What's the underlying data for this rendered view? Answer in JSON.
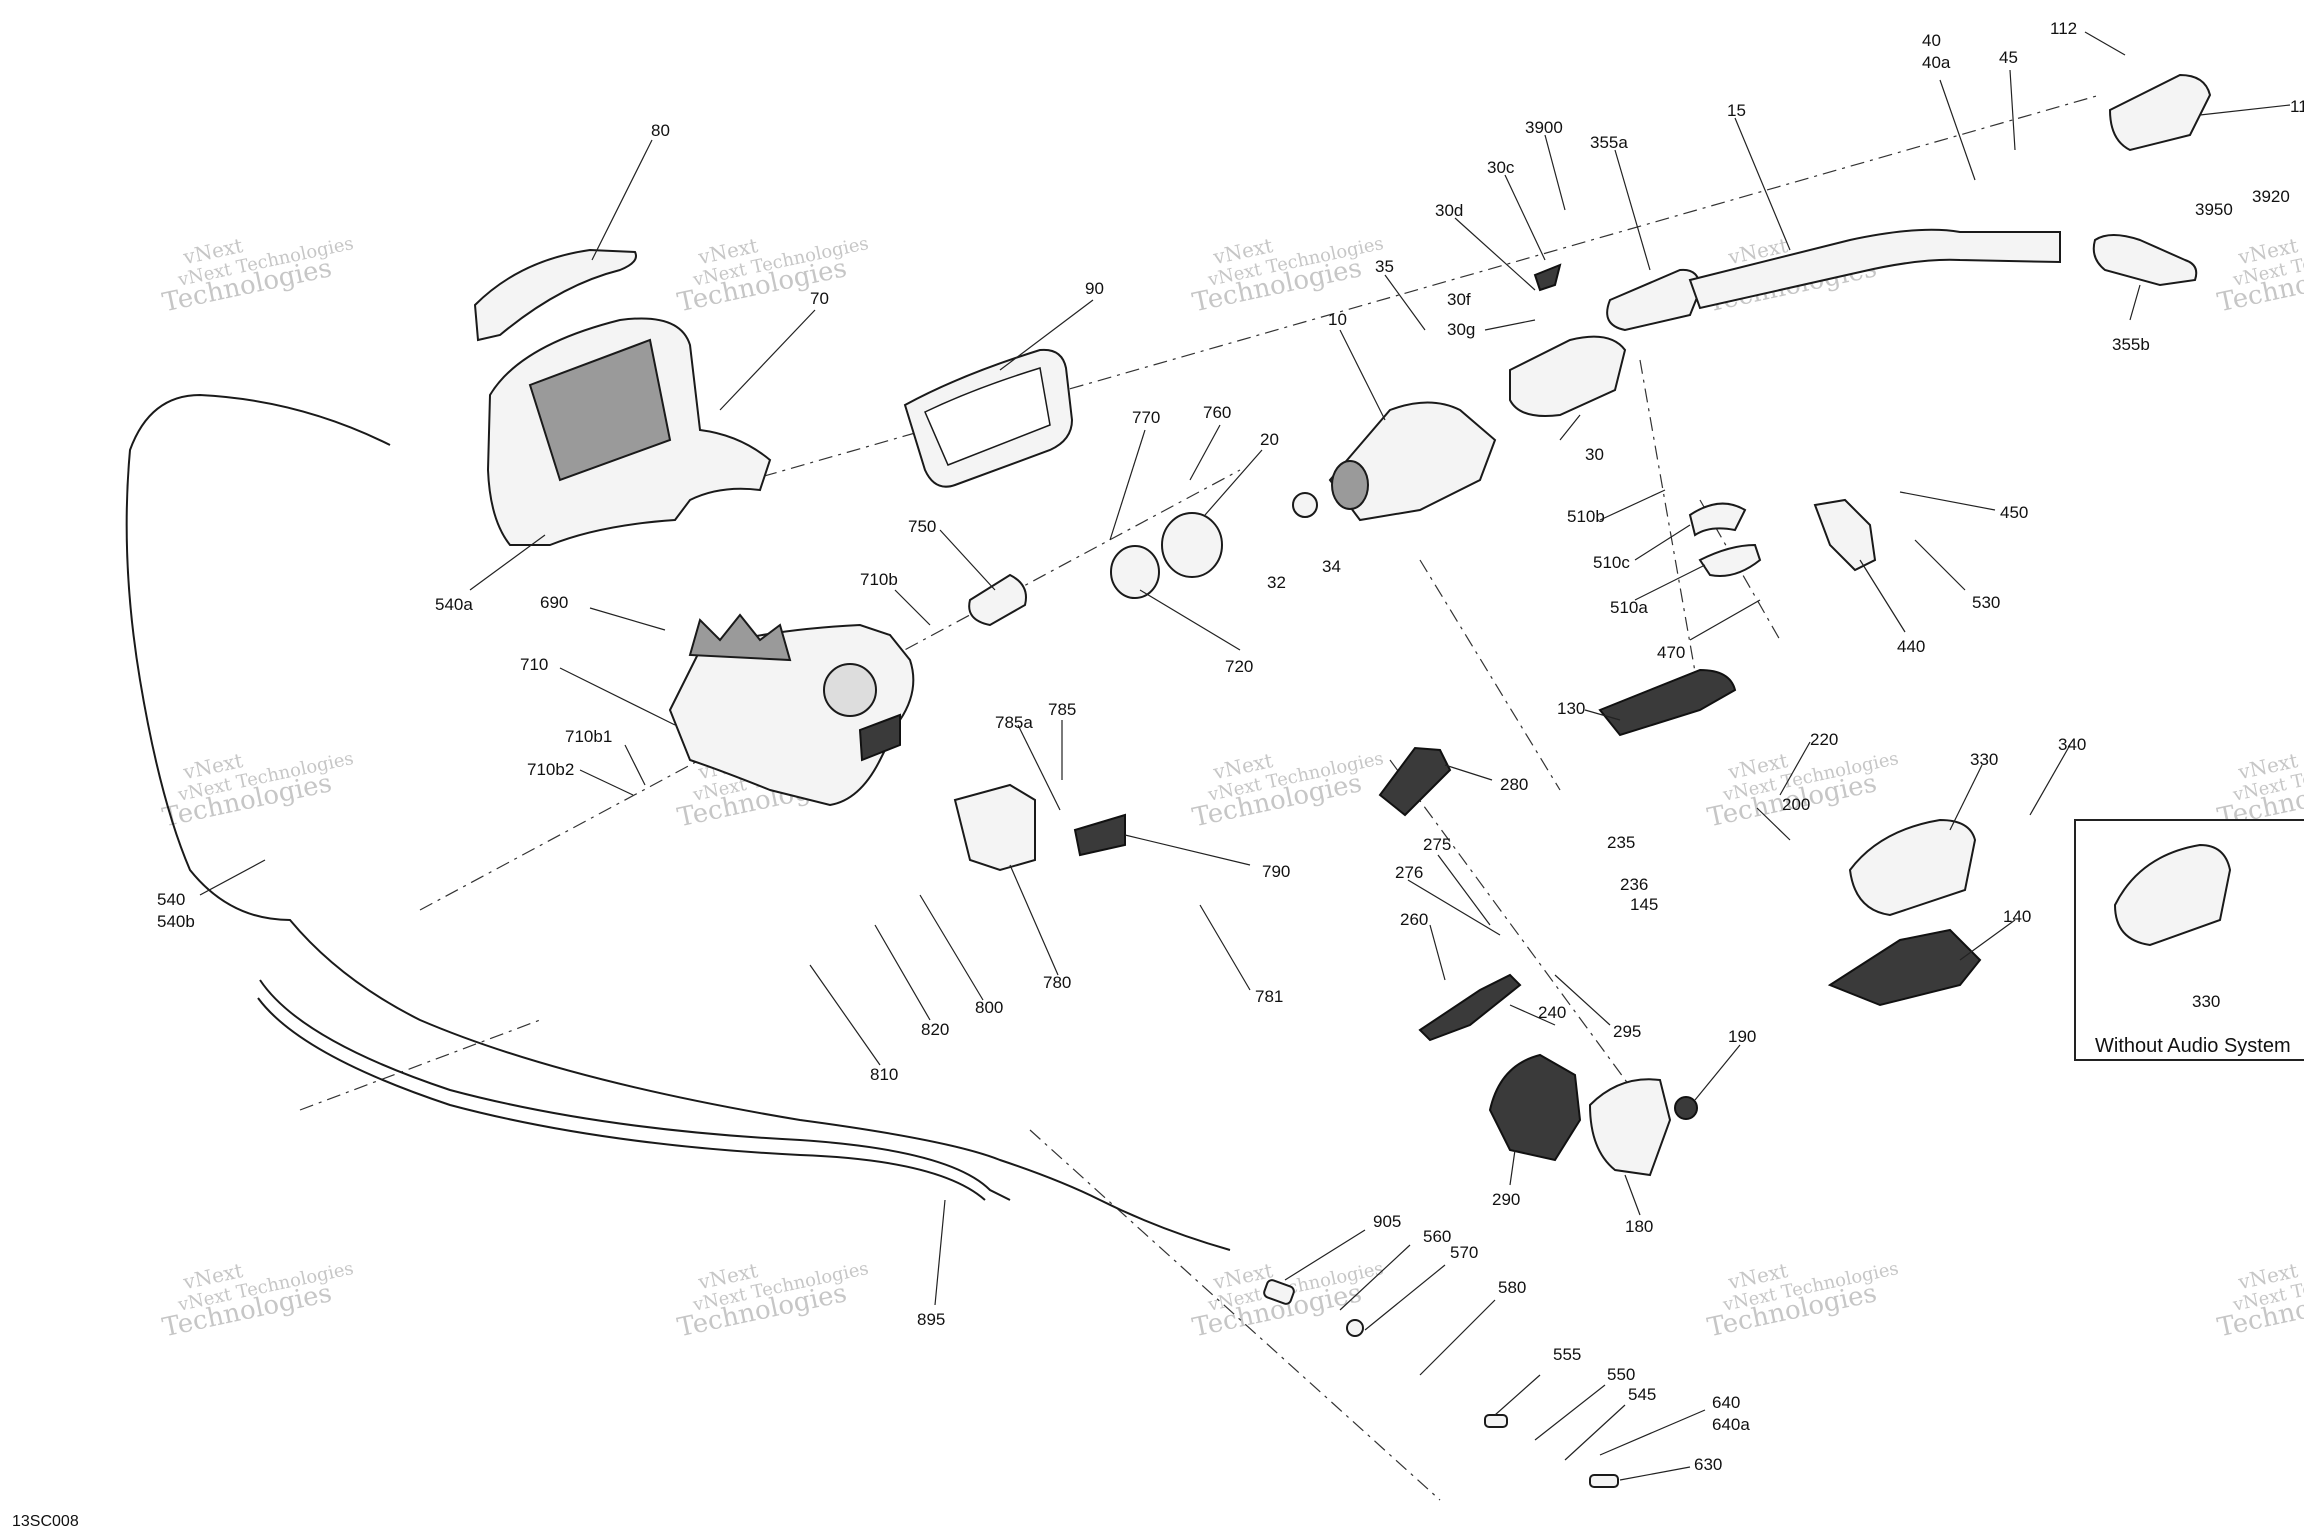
{
  "diagram": {
    "reference": "13SC008",
    "inset_title": "Without Audio System",
    "watermark": {
      "line1": "vNext",
      "line2": "vNext Technologies",
      "line3": "Technologies"
    },
    "callouts": [
      {
        "id": "c80",
        "label": "80"
      },
      {
        "id": "c70",
        "label": "70"
      },
      {
        "id": "c90",
        "label": "90"
      },
      {
        "id": "c770",
        "label": "770"
      },
      {
        "id": "c760",
        "label": "760"
      },
      {
        "id": "c20",
        "label": "20"
      },
      {
        "id": "c750",
        "label": "750"
      },
      {
        "id": "c710b",
        "label": "710b"
      },
      {
        "id": "c32",
        "label": "32"
      },
      {
        "id": "c34",
        "label": "34"
      },
      {
        "id": "c720",
        "label": "720"
      },
      {
        "id": "c10",
        "label": "10"
      },
      {
        "id": "c35",
        "label": "35"
      },
      {
        "id": "c30d",
        "label": "30d"
      },
      {
        "id": "c30c",
        "label": "30c"
      },
      {
        "id": "c3900",
        "label": "3900"
      },
      {
        "id": "c355a",
        "label": "355a"
      },
      {
        "id": "c30f",
        "label": "30f"
      },
      {
        "id": "c30g",
        "label": "30g"
      },
      {
        "id": "c30",
        "label": "30"
      },
      {
        "id": "c15",
        "label": "15"
      },
      {
        "id": "c40",
        "label": "40"
      },
      {
        "id": "c40a",
        "label": "40a"
      },
      {
        "id": "c45",
        "label": "45"
      },
      {
        "id": "c112",
        "label": "112"
      },
      {
        "id": "c11",
        "label": "11"
      },
      {
        "id": "c3950",
        "label": "3950"
      },
      {
        "id": "c3920",
        "label": "3920"
      },
      {
        "id": "c355b",
        "label": "355b"
      },
      {
        "id": "c540a",
        "label": "540a"
      },
      {
        "id": "c690",
        "label": "690"
      },
      {
        "id": "c710",
        "label": "710"
      },
      {
        "id": "c710b1",
        "label": "710b1"
      },
      {
        "id": "c710b2",
        "label": "710b2"
      },
      {
        "id": "c540",
        "label": "540"
      },
      {
        "id": "c540b",
        "label": "540b"
      },
      {
        "id": "c785a",
        "label": "785a"
      },
      {
        "id": "c785",
        "label": "785"
      },
      {
        "id": "c790",
        "label": "790"
      },
      {
        "id": "c780",
        "label": "780"
      },
      {
        "id": "c781",
        "label": "781"
      },
      {
        "id": "c800",
        "label": "800"
      },
      {
        "id": "c820",
        "label": "820"
      },
      {
        "id": "c810",
        "label": "810"
      },
      {
        "id": "c510b",
        "label": "510b"
      },
      {
        "id": "c510c",
        "label": "510c"
      },
      {
        "id": "c510a",
        "label": "510a"
      },
      {
        "id": "c470",
        "label": "470"
      },
      {
        "id": "c450",
        "label": "450"
      },
      {
        "id": "c530",
        "label": "530"
      },
      {
        "id": "c440",
        "label": "440"
      },
      {
        "id": "c130",
        "label": "130"
      },
      {
        "id": "c280",
        "label": "280"
      },
      {
        "id": "c220",
        "label": "220"
      },
      {
        "id": "c200",
        "label": "200"
      },
      {
        "id": "c235",
        "label": "235"
      },
      {
        "id": "c236",
        "label": "236"
      },
      {
        "id": "c145",
        "label": "145"
      },
      {
        "id": "c330",
        "label": "330"
      },
      {
        "id": "c340",
        "label": "340"
      },
      {
        "id": "c140",
        "label": "140"
      },
      {
        "id": "c275",
        "label": "275"
      },
      {
        "id": "c276",
        "label": "276"
      },
      {
        "id": "c260",
        "label": "260"
      },
      {
        "id": "c240",
        "label": "240"
      },
      {
        "id": "c295",
        "label": "295"
      },
      {
        "id": "c190",
        "label": "190"
      },
      {
        "id": "c290",
        "label": "290"
      },
      {
        "id": "c180",
        "label": "180"
      },
      {
        "id": "c330b",
        "label": "330"
      },
      {
        "id": "c895",
        "label": "895"
      },
      {
        "id": "c905",
        "label": "905"
      },
      {
        "id": "c560",
        "label": "560"
      },
      {
        "id": "c570",
        "label": "570"
      },
      {
        "id": "c580",
        "label": "580"
      },
      {
        "id": "c555",
        "label": "555"
      },
      {
        "id": "c550",
        "label": "550"
      },
      {
        "id": "c545",
        "label": "545"
      },
      {
        "id": "c640",
        "label": "640"
      },
      {
        "id": "c640a",
        "label": "640a"
      },
      {
        "id": "c630",
        "label": "630"
      }
    ]
  }
}
